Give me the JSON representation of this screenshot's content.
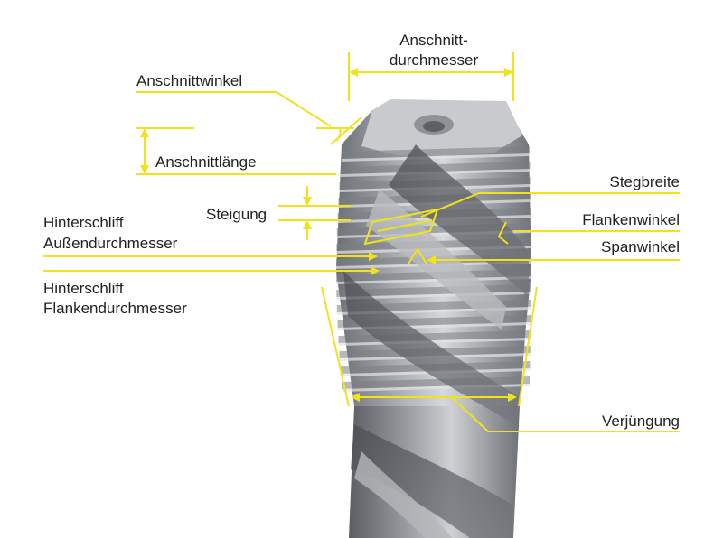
{
  "labels": {
    "entry_diameter_line1": "Anschnitt-",
    "entry_diameter_line2": "durchmesser",
    "entry_angle": "Anschnittwinkel",
    "entry_length": "Anschnittlänge",
    "pitch": "Steigung",
    "relief_outer_line1": "Hinterschliff",
    "relief_outer_line2": "Außendurchmesser",
    "relief_flank_line1": "Hinterschliff",
    "relief_flank_line2": "Flankendurchmesser",
    "land_width": "Stegbreite",
    "flank_angle": "Flankenwinkel",
    "rake_angle": "Spanwinkel",
    "taper": "Verjüngung"
  },
  "colors": {
    "annotation": "#f2e21b",
    "tool_dark": "#5b5e63",
    "tool_mid": "#9a9da2",
    "tool_light": "#cfd1d4",
    "text": "#222222",
    "background": "#ffffff"
  }
}
